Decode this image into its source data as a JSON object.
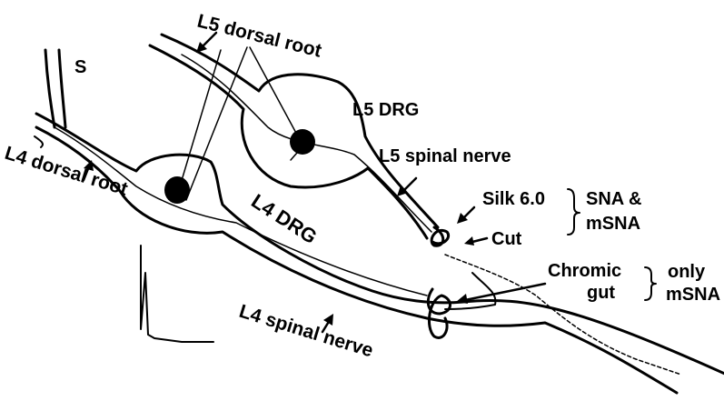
{
  "labels": {
    "s": "S",
    "l5_dorsal_root": "L5 dorsal root",
    "l5_drg": "L5 DRG",
    "l5_spinal_nerve": "L5 spinal nerve",
    "l4_dorsal_root": "L4 dorsal root",
    "l4_drg": "L4 DRG",
    "l4_spinal_nerve": "L4 spinal nerve",
    "silk": "Silk 6.0",
    "cut": "Cut",
    "chromic_line1": "Chromic",
    "chromic_line2": "gut",
    "sna_line1": "SNA &",
    "sna_line2": "mSNA",
    "only_line1": "only",
    "only_line2": "mSNA"
  }
}
